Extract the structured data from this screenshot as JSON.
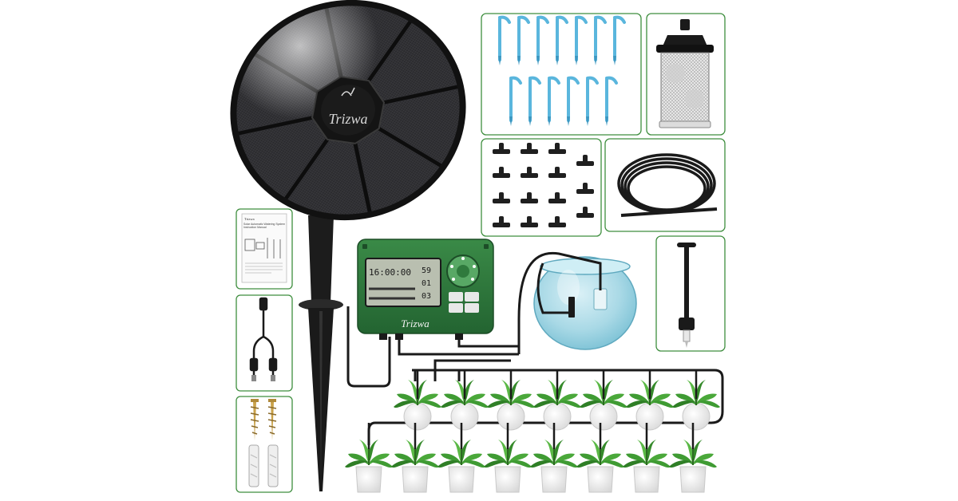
{
  "product": {
    "brand_logo": "Trizwa",
    "controller_logo": "Trizwa"
  },
  "controller": {
    "display_time": "16:00:00",
    "display_value_a": "59",
    "display_value_b": "01",
    "display_value_c": "03"
  },
  "manual": {
    "header": "Trizwa",
    "title": "Solar Automatic Watering System Instruction Manual"
  },
  "colors": {
    "background": "#ffffff",
    "panel_border": "#3e8e3e",
    "solar_panel": "#1f1f21",
    "controller_body": "#2f7a3d",
    "dripper_blue": "#5ab6dd",
    "tubing": "#1a1a1a",
    "water_bowl": "#9bd3e3",
    "pot_white": "#f2f2f2",
    "plant_green": "#3f9b33"
  },
  "icons": [
    "solar-panel-icon",
    "ground-stake-icon",
    "controller-icon",
    "water-bowl-icon",
    "dripper-stakes-icon",
    "filter-icon",
    "tee-connector-icon",
    "tubing-coil-icon",
    "weight-rod-icon",
    "manual-icon",
    "splitter-cable-icon",
    "screws-anchors-icon",
    "plant-pot-icon"
  ]
}
